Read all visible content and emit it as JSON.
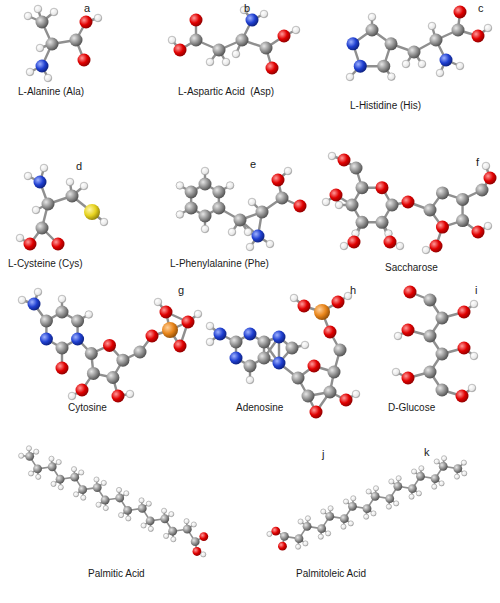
{
  "diagram": {
    "labels": [
      "a",
      "b",
      "c",
      "L-Alanine (Ala)",
      "L-Aspartic Acid  (Asp)",
      "L-Histidine (His)",
      "d",
      "e",
      "f",
      "L-Cysteine (Cys)",
      "L-Phenylalanine (Phe)",
      "Saccharose",
      "g",
      "h",
      "i",
      "Cytosine",
      "Adenosine",
      "D-Glucose",
      "j",
      "k",
      "Palmitic Acid",
      "Palmitoleic Acid"
    ]
  }
}
